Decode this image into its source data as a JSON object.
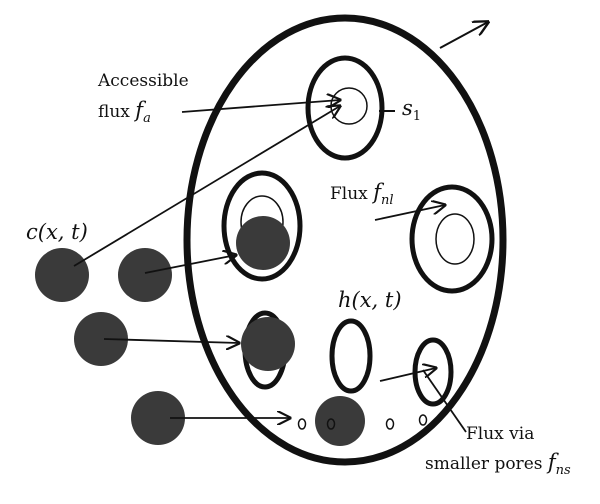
{
  "colors": {
    "stroke": "#111111",
    "particle": "#3a3a3a",
    "background": "#ffffff"
  },
  "labels": {
    "accessible_line1": "Accessible",
    "accessible_line2": "flux",
    "accessible_symbol": "f",
    "accessible_sub": "a",
    "s1_symbol": "s",
    "s1_sub": "1",
    "flux_nl_text": "Flux",
    "flux_nl_symbol": "f",
    "flux_nl_sub": "nl",
    "c_label": "c(x, t)",
    "h_label": "h(x, t)",
    "smaller_line1": "Flux via",
    "smaller_line2": "smaller pores",
    "smaller_symbol": "f",
    "smaller_sub": "ns"
  }
}
